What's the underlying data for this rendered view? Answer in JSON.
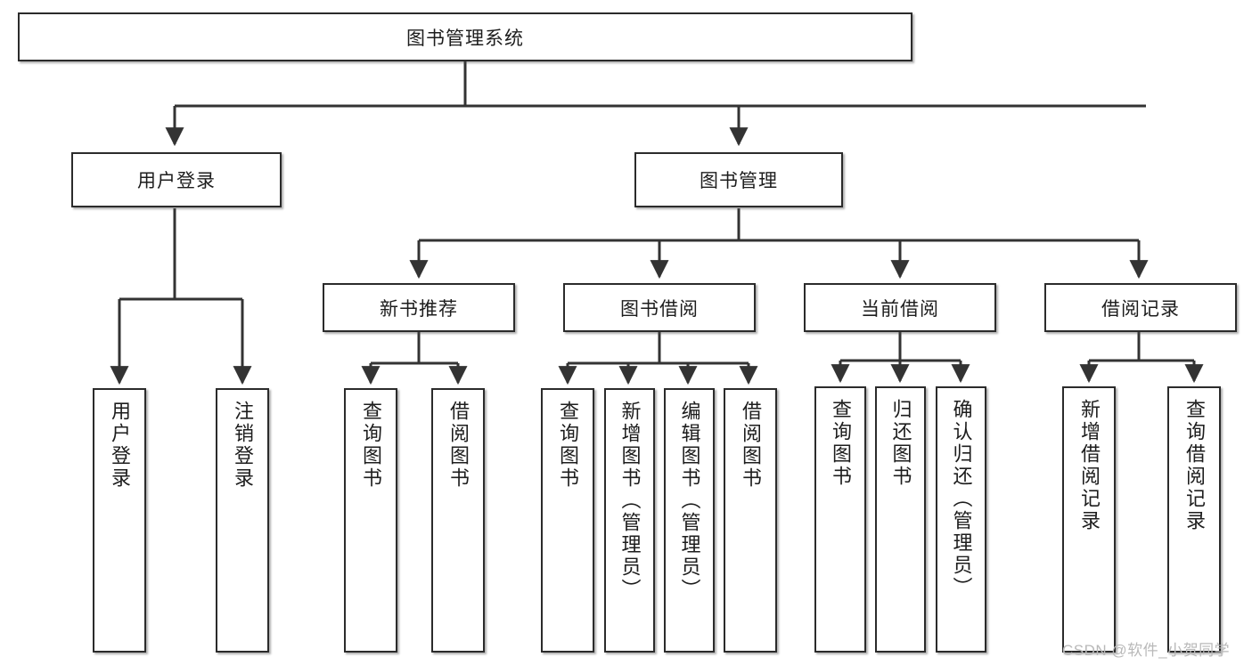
{
  "diagram": {
    "type": "tree",
    "title": "图书管理系统",
    "root": {
      "label": "图书管理系统"
    },
    "level1": [
      {
        "label": "用户登录"
      },
      {
        "label": "图书管理"
      }
    ],
    "level2": [
      {
        "label": "新书推荐"
      },
      {
        "label": "图书借阅"
      },
      {
        "label": "当前借阅"
      },
      {
        "label": "借阅记录"
      }
    ],
    "leaves": {
      "user_login": [
        {
          "label": "用户登录"
        },
        {
          "label": "注销登录"
        }
      ],
      "new_book_recommend": [
        {
          "label": "查询图书"
        },
        {
          "label": "借阅图书"
        }
      ],
      "book_borrow": [
        {
          "label": "查询图书"
        },
        {
          "label": "新增图书（管理员）"
        },
        {
          "label": "编辑图书（管理员）"
        },
        {
          "label": "借阅图书"
        }
      ],
      "current_borrow": [
        {
          "label": "查询图书"
        },
        {
          "label": "归还图书"
        },
        {
          "label": "确认归还（管理员）"
        }
      ],
      "borrow_record": [
        {
          "label": "新增借阅记录"
        },
        {
          "label": "查询借阅记录"
        }
      ]
    }
  },
  "watermark": {
    "text": "CSDN @软件_小贺同学"
  },
  "colors": {
    "border": "#2b2b2b",
    "text": "#1d1d1d",
    "background": "#ffffff",
    "connector": "#333333",
    "watermark": "#b9b9b9"
  }
}
